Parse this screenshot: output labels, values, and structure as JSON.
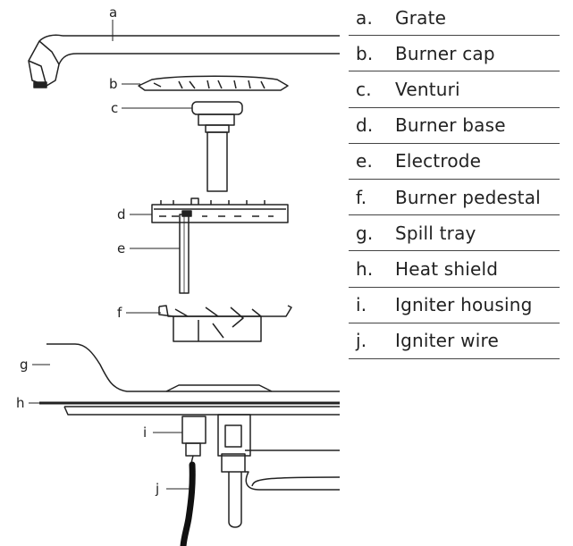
{
  "callouts": {
    "a": "a",
    "b": "b",
    "c": "c",
    "d": "d",
    "e": "e",
    "f": "f",
    "g": "g",
    "h": "h",
    "i": "i",
    "j": "j"
  },
  "legend": [
    {
      "key": "a.",
      "label": "Grate"
    },
    {
      "key": "b.",
      "label": "Burner cap"
    },
    {
      "key": "c.",
      "label": "Venturi"
    },
    {
      "key": "d.",
      "label": "Burner base"
    },
    {
      "key": "e.",
      "label": "Electrode"
    },
    {
      "key": "f.",
      "label": "Burner pedestal"
    },
    {
      "key": "g.",
      "label": "Spill tray"
    },
    {
      "key": "h.",
      "label": "Heat shield"
    },
    {
      "key": "i.",
      "label": "Igniter housing"
    },
    {
      "key": "j.",
      "label": "Igniter wire"
    }
  ],
  "colors": {
    "line": "#222222",
    "background": "#ffffff"
  }
}
